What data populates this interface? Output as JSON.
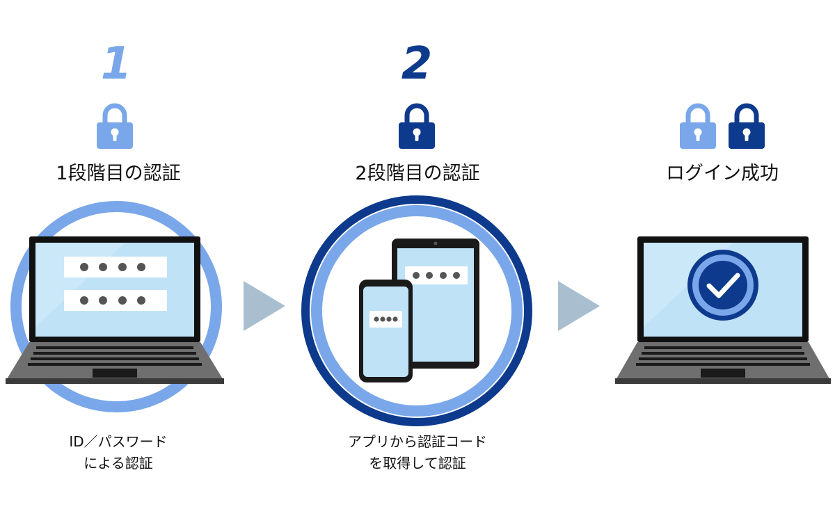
{
  "steps": [
    {
      "number": "1",
      "heading": "1段階目の認証",
      "caption_line1": "ID／パスワード",
      "caption_line2": "による認証"
    },
    {
      "number": "2",
      "heading": "2段階目の認証",
      "caption_line1": "アプリから認証コード",
      "caption_line2": "を取得して認証"
    },
    {
      "heading": "ログイン成功"
    }
  ],
  "colors": {
    "light_blue": "#7aa7ea",
    "dark_blue": "#0d3a8c",
    "screen": "#bfe2f7",
    "arrow": "#a9bfcf",
    "laptop_body": "#6f6f6f"
  },
  "icons": [
    "lock-icon",
    "lock-icon",
    "lock-icon",
    "lock-icon",
    "check-icon",
    "arrow-right-icon",
    "arrow-right-icon"
  ]
}
